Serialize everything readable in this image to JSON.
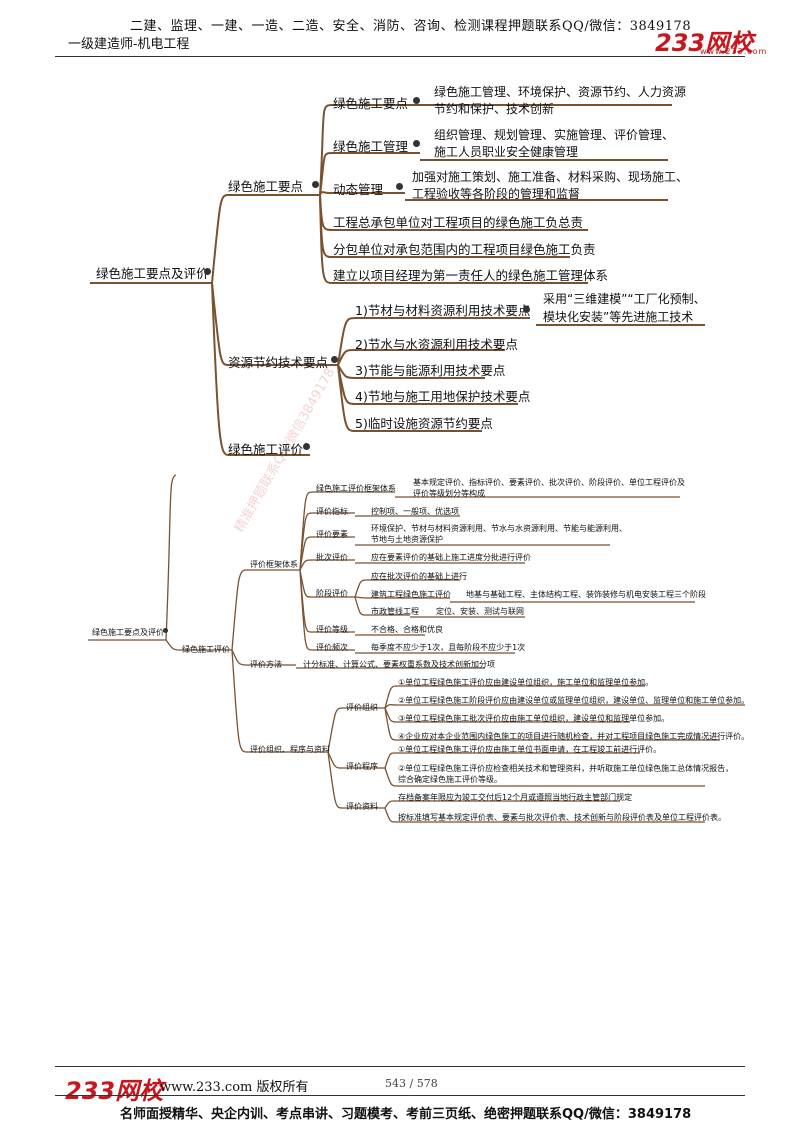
{
  "header": {
    "line1": "二建、监理、一建、一造、二造、安全、消防、咨询、检测课程押题联系QQ/微信：3849178",
    "line2": "一级建造师-机电工程",
    "logo": "233网校",
    "logo_url": "www.233.com"
  },
  "mindmap1": {
    "root": "绿色施工要点及评价",
    "b1": {
      "label": "绿色施工要点",
      "c1": {
        "label": "绿色施工要点",
        "leaf": [
          "绿色施工管理、环境保护、资源节约、人力资源",
          "节约和保护、技术创新"
        ]
      },
      "c2": {
        "label": "绿色施工管理",
        "leaf": [
          "组织管理、规划管理、实施管理、评价管理、",
          "施工人员职业安全健康管理"
        ]
      },
      "c3": {
        "label": "动态管理",
        "leaf": [
          "加强对施工策划、施工准备、材料采购、现场施工、",
          "工程验收等各阶段的管理和监督"
        ]
      },
      "c4": "工程总承包单位对工程项目的绿色施工负总责",
      "c5": "分包单位对承包范围内的工程项目绿色施工负责",
      "c6": "建立以项目经理为第一责任人的绿色施工管理体系"
    },
    "b2": {
      "label": "资源节约技术要点",
      "c1": {
        "label": "1)节材与材料资源利用技术要点",
        "leaf": [
          "采用“三维建模”“工厂化预制、",
          "模块化安装”等先进施工技术"
        ]
      },
      "c2": "2)节水与水资源利用技术要点",
      "c3": "3)节能与能源利用技术要点",
      "c4": "4)节地与施工用地保护技术要点",
      "c5": "5)临时设施资源节约要点"
    },
    "b3": "绿色施工评价"
  },
  "mindmap2": {
    "root": "绿色施工要点及评价",
    "b1": "绿色施工评价",
    "s1": {
      "label": "评价框架体系",
      "items": [
        {
          "label": "绿色施工评价框架体系",
          "leaf": [
            "基本规定评价、指标评价、要素评价、批次评价、阶段评价、单位工程评价及",
            "评价等级划分等构成"
          ]
        },
        {
          "label": "评价指标",
          "leaf": [
            "控制项、一般项、优选项"
          ]
        },
        {
          "label": "评价要素",
          "leaf": [
            "环境保护、节材与材料资源利用、节水与水资源利用、节能与能源利用、",
            "节地与土地资源保护"
          ]
        },
        {
          "label": "批次评价",
          "leaf": [
            "应在要素评价的基础上施工进度分批进行评价"
          ]
        },
        {
          "label": "阶段评价",
          "leaf_top": "应在批次评价的基础上进行",
          "sub": [
            {
              "label": "建筑工程绿色施工评价",
              "leaf": "地基与基础工程、主体结构工程、装饰装修与机电安装工程三个阶段"
            },
            {
              "label": "市政管线工程",
              "leaf": "定位、安装、测试与联网"
            }
          ]
        },
        {
          "label": "评价等级",
          "leaf": [
            "不合格、合格和优良"
          ]
        },
        {
          "label": "评价频次",
          "leaf": [
            "每季度不应少于1次，且每阶段不应少于1次"
          ]
        }
      ]
    },
    "s2": {
      "label": "评价方法",
      "leaf": "计分标准、计算公式、要素权重系数及技术创新加分项"
    },
    "s3": {
      "label": "评价组织、程序与资料",
      "org": {
        "label": "评价组织",
        "leaf": [
          "①单位工程绿色施工评价应由建设单位组织，施工单位和监理单位参加。",
          "②单位工程绿色施工阶段评价应由建设单位或监理单位组织，建设单位、监理单位和施工单位参加。",
          "③单位工程绿色施工批次评价应由施工单位组织，建设单位和监理单位参加。",
          "④企业应对本企业范围内绿色施工的项目进行随机检查，并对工程项目绿色施工完成情况进行评价。"
        ]
      },
      "proc": {
        "label": "评价程序",
        "leaf": [
          "①单位工程绿色施工评价应由施工单位书面申请，在工程竣工前进行评价。",
          "②单位工程绿色施工评价应检查相关技术和管理资料，并听取施工单位绿色施工总体情况报告，",
          "综合确定绿色施工评价等级。"
        ]
      },
      "docs": {
        "label": "评价资料",
        "leaf": [
          "存档备案年限应为竣工交付后12个月或遵照当地行政主管部门规定",
          "按标准填写基本规定评价表、要素与批次评价表、技术创新与阶段评价表及单位工程评价表。"
        ]
      }
    }
  },
  "watermark": "精准押题联系QQ/微信3849178",
  "footer": {
    "logo": "233网校",
    "site": "www.233.com 版权所有",
    "page": "543 / 578",
    "tagline": "名师面授精华、央企内训、考点串讲、习题模考、考前三页纸、绝密押题联系QQ/微信：3849178"
  },
  "colors": {
    "brand": "#c8161d",
    "branch_line": "#7a5230"
  }
}
